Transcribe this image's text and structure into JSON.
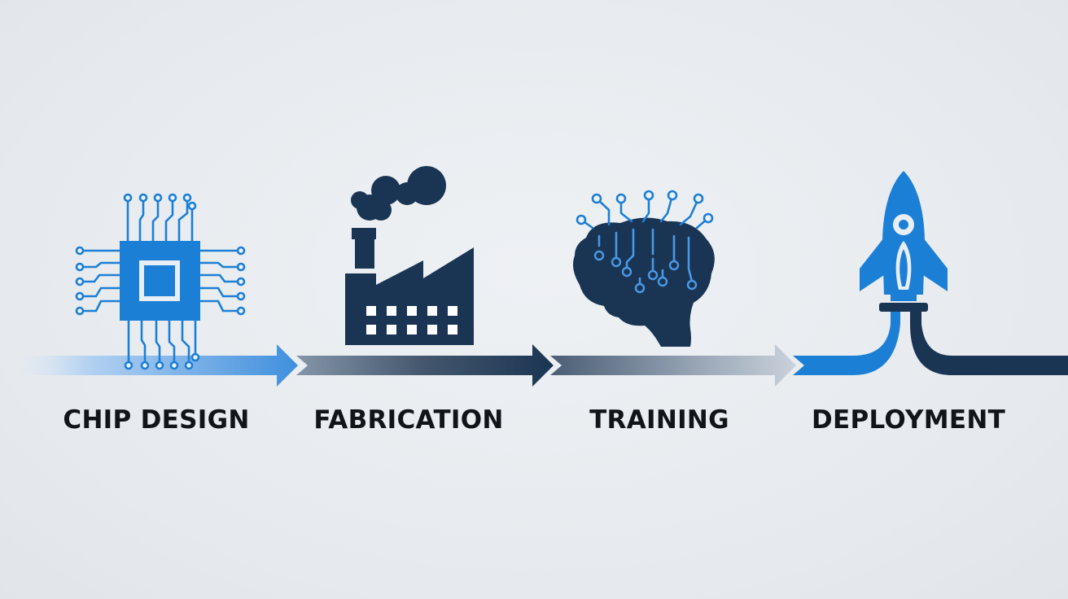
{
  "stages": [
    {
      "label": "CHIP DESIGN",
      "icon": "chip-icon"
    },
    {
      "label": "FABRICATION",
      "icon": "factory-icon"
    },
    {
      "label": "TRAINING",
      "icon": "brain-network-icon"
    },
    {
      "label": "DEPLOYMENT",
      "icon": "rocket-icon"
    }
  ],
  "colors": {
    "accent_blue": "#1c7fd6",
    "navy": "#1a3553",
    "background": "#e9edf0",
    "label_text": "#111418"
  }
}
